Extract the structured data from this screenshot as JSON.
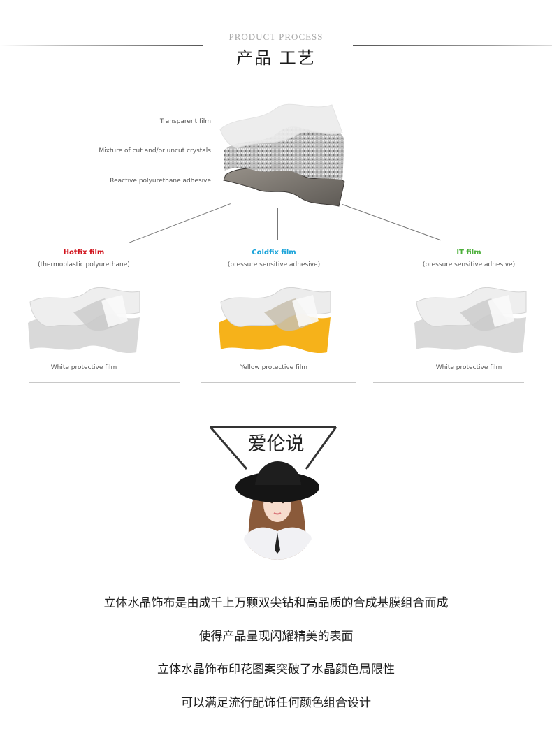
{
  "header": {
    "subtitle_en": "PRODUCT  PROCESS",
    "title_cn": "产品 工艺"
  },
  "diagram": {
    "layers": [
      {
        "label": "Transparent film"
      },
      {
        "label": "Mixture of cut and/or uncut crystals"
      },
      {
        "label": "Reactive polyurethane adhesive"
      }
    ],
    "films": [
      {
        "title": "Hotfix film",
        "subtitle": "(thermoplastic polyurethane)",
        "protective": "White protective film",
        "title_color": "#d0121b",
        "backing_color": "#d9d9d9"
      },
      {
        "title": "Coldfix film",
        "subtitle": "(pressure sensitive adhesive)",
        "protective": "Yellow protective film",
        "title_color": "#1aa3d9",
        "backing_color": "#f6b21a"
      },
      {
        "title": "IT film",
        "subtitle": "(pressure sensitive adhesive)",
        "protective": "White protective film",
        "title_color": "#4caf3a",
        "backing_color": "#d9d9d9"
      }
    ]
  },
  "speaker": {
    "title": "爱伦说"
  },
  "description": {
    "lines": [
      "立体水晶饰布是由成千上万颗双尖钻和高品质的合成基膜组合而成",
      "使得产品呈现闪耀精美的表面",
      "立体水晶饰布印花图案突破了水晶颜色局限性",
      "可以满足流行配饰任何颜色组合设计"
    ]
  }
}
